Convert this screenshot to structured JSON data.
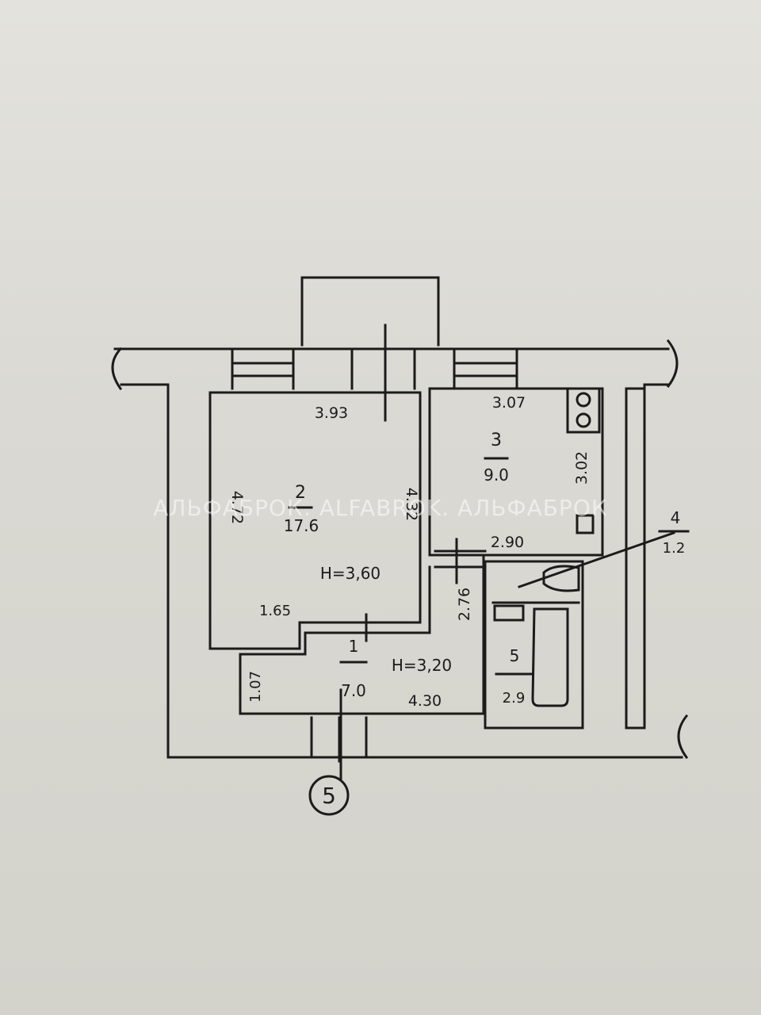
{
  "watermark": "АЛЬФАБРОК. ALFABROK. АЛЬФАБРОК",
  "rooms": [
    {
      "number": "1",
      "area": "7.0"
    },
    {
      "number": "2",
      "area": "17.6"
    },
    {
      "number": "3",
      "area": "9.0"
    },
    {
      "number": "4",
      "area": "1.2"
    },
    {
      "number": "5",
      "area": "2.9"
    }
  ],
  "heights": {
    "living": "H=3,60",
    "hall": "H=3,20"
  },
  "dimensions": {
    "room2_top": "3.93",
    "room2_left": "4.72",
    "room2_right": "4.32",
    "room2_bottom": "1.65",
    "room3_top": "3.07",
    "room3_right": "3.02",
    "room3_bottom": "2.90",
    "hall_right": "2.76",
    "hall_left": "1.07",
    "hall_bottom": "4.30"
  },
  "entrance_marker": "5",
  "colors": {
    "ink": "#1b1b1b",
    "paper": "#dcdad3"
  }
}
